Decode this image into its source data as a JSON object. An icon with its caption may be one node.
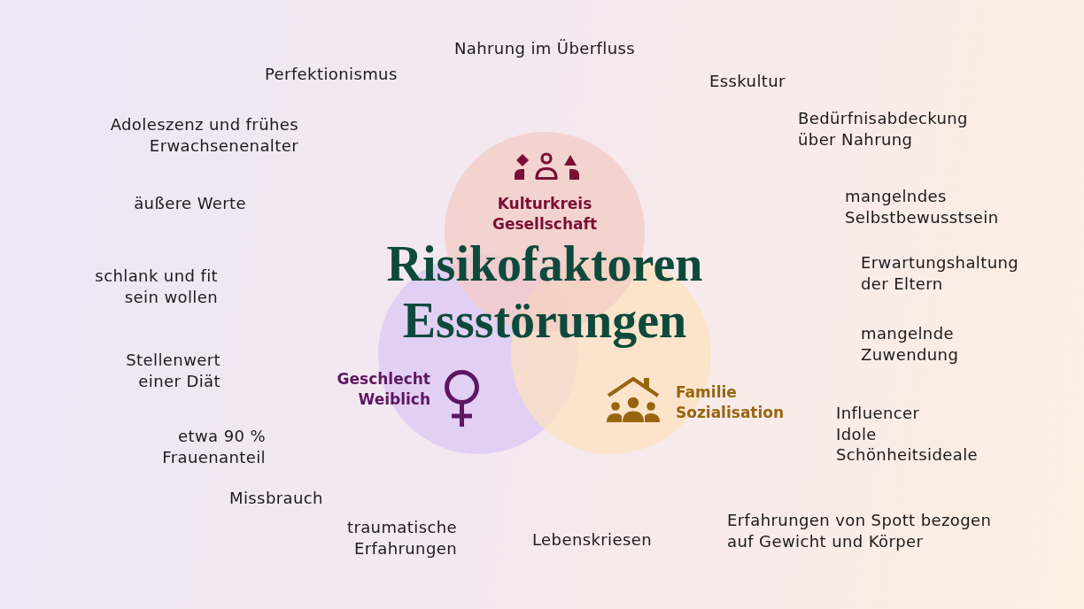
{
  "diagram": {
    "title": "Risikofaktoren Essstörungen",
    "nodes": [
      {
        "text": [
          "Kulturkreis Gesellschaft"
        ]
      },
      {
        "text": [
          "Geschlecht Weiblich"
        ]
      },
      {
        "text": [
          "Familie Sozialisation"
        ]
      }
    ],
    "labels": [
      "Nahrung im Überfluss",
      "Perfektionismus",
      "Esskultur",
      "Adoleszenz und frühes Erwachsenenalter",
      "Bedürfnisabdeckung über Nahrung",
      "äußere Werte",
      "mangelndes Selbstbewusstsein",
      "schlank und fit sein wollen",
      "Erwartungshaltung der Eltern",
      "mangelnde Zuwendung",
      "Stellenwert einer Diät",
      "Influencer Idole Schönheitsideale",
      "etwa 90 % Frauenanteil",
      "Missbrauch",
      "traumatische Erfahrungen",
      "Lebenskriesen",
      "Erfahrungen von Spott bezogen auf Gewicht und Körper"
    ]
  }
}
